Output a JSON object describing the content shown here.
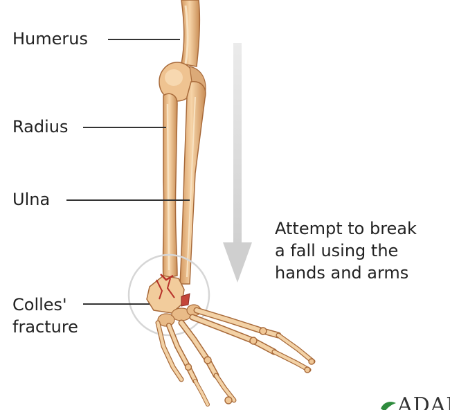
{
  "labels": {
    "humerus": "Humerus",
    "radius": "Radius",
    "ulna": "Ulna",
    "colles_line1": "Colles'",
    "colles_line2": "fracture"
  },
  "caption": {
    "line1": "Attempt to break",
    "line2": "a fall using the",
    "line3": "hands and arms"
  },
  "logo": {
    "text": "ADAM"
  },
  "colors": {
    "bone": "#f0c796",
    "bone_shadow": "#c98d55",
    "bone_outline": "#a86a3a",
    "fracture": "#b8322a",
    "arrow": "#d8d8d8",
    "highlight_circle": "#d6d6d6",
    "leader_line": "#333333",
    "logo_leaf": "#2e8b3d"
  },
  "icons": {
    "arrow": "down-arrow-icon",
    "logo": "leaf-logo-icon"
  }
}
